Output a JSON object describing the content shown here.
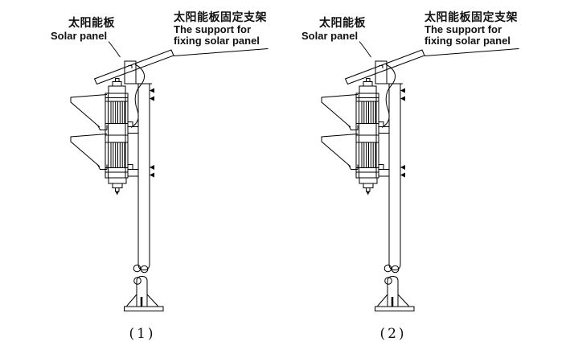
{
  "colors": {
    "background": "#ffffff",
    "line": "#000000",
    "text": "#111111"
  },
  "diagrams": [
    {
      "caption": "(1)",
      "labels": {
        "solar_panel_zh": "太阳能板",
        "solar_panel_en": "Solar panel",
        "support_zh": "太阳能板固定支架",
        "support_en_line1": "The support for",
        "support_en_line2": "fixing solar panel"
      }
    },
    {
      "caption": "(2)",
      "labels": {
        "solar_panel_zh": "太阳能板",
        "solar_panel_en": "Solar panel",
        "support_zh": "太阳能板固定支架",
        "support_en_line1": "The support for",
        "support_en_line2": "fixing solar panel"
      }
    }
  ]
}
